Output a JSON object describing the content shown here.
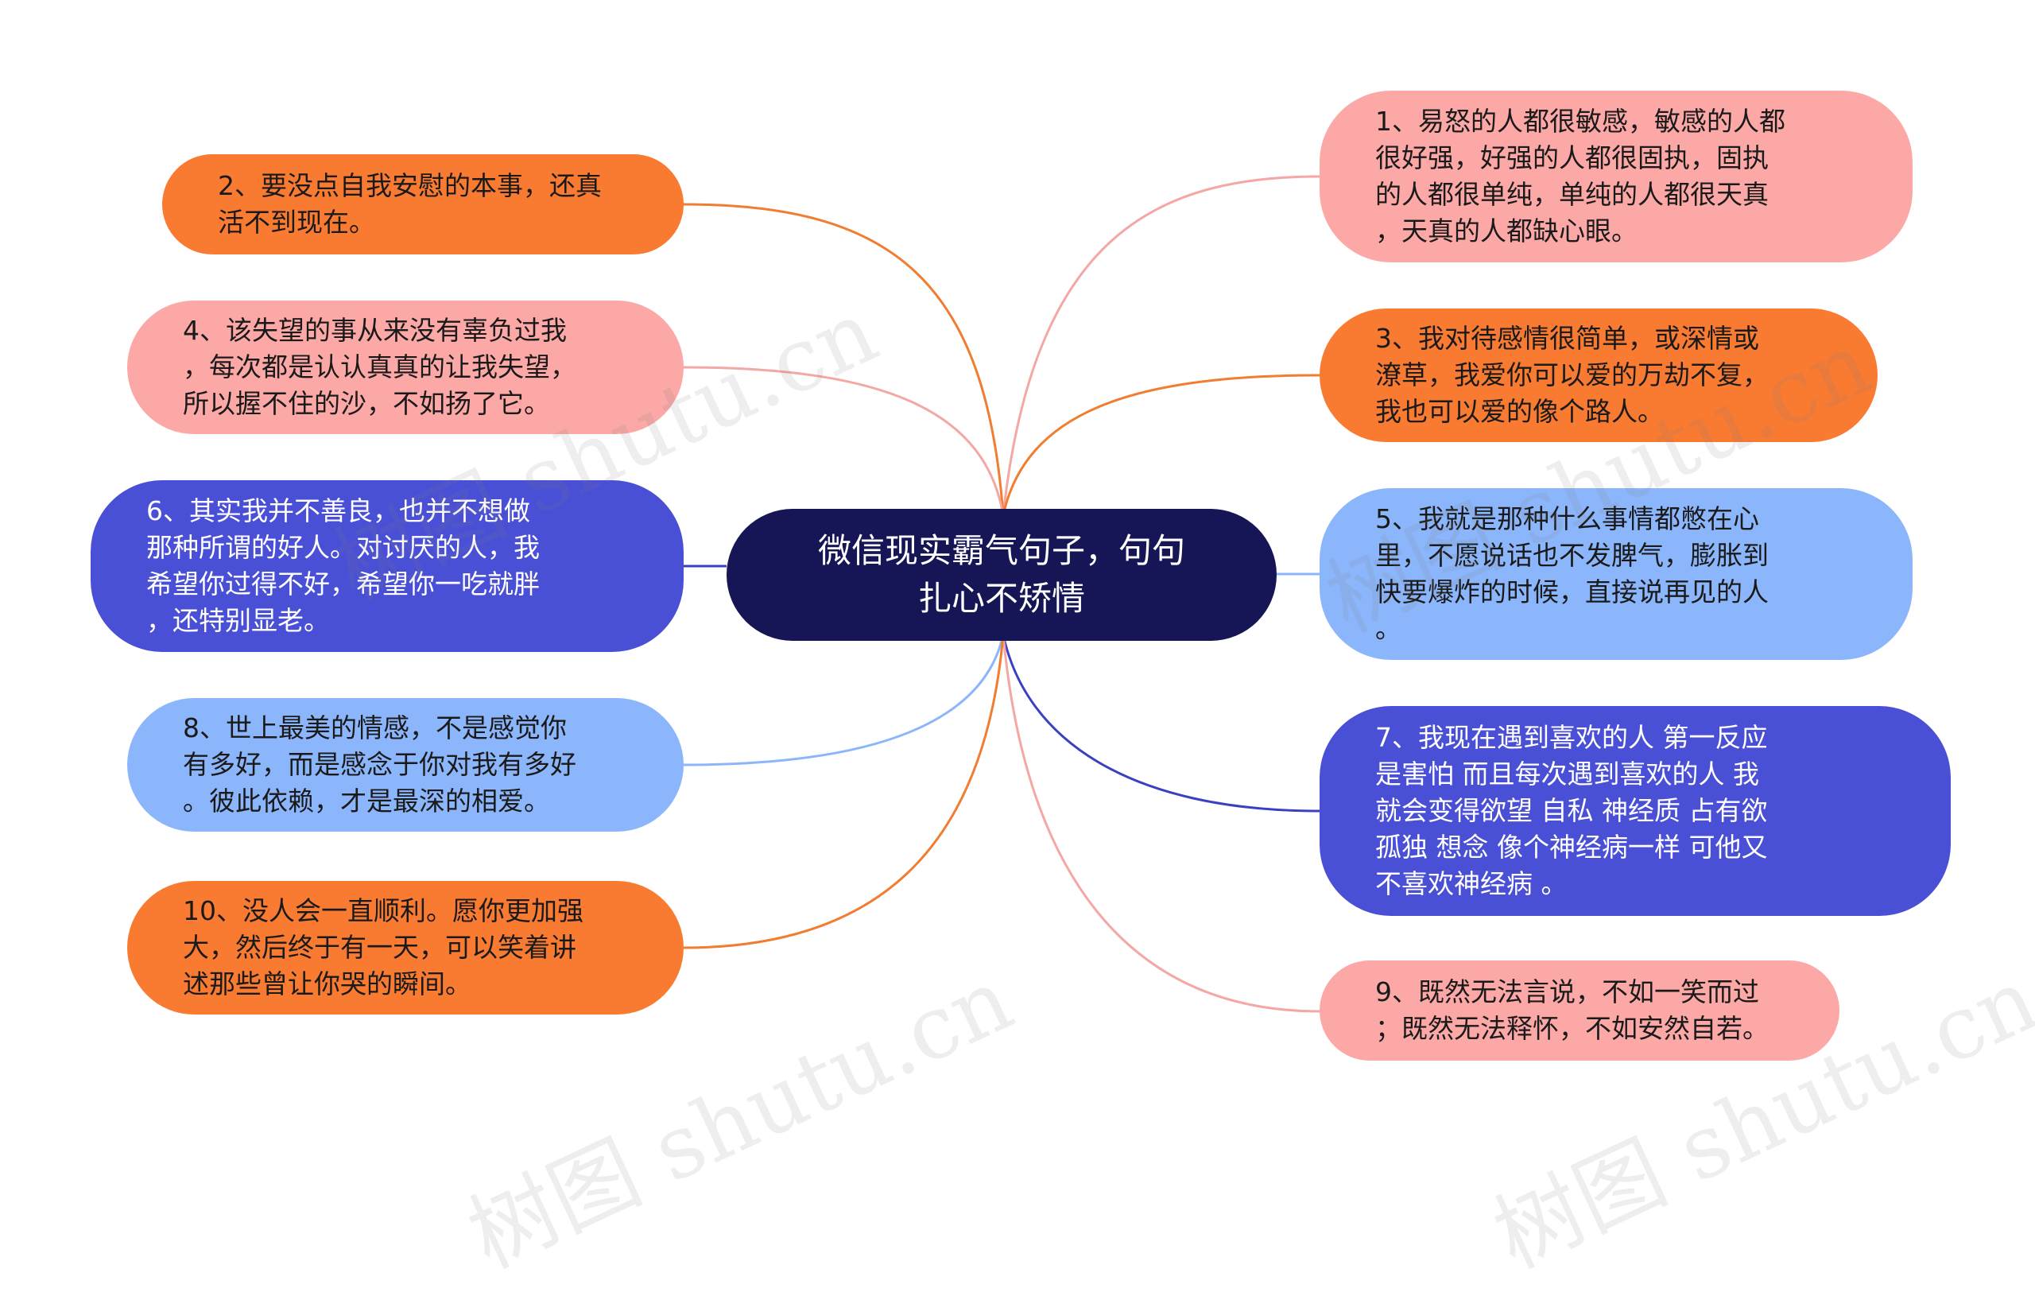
{
  "colors": {
    "orange": "#f97b32",
    "pink": "#fba8a6",
    "blue": "#4a50d6",
    "lightblue": "#8cb6fb",
    "navy": "#161556",
    "line_orange": "#f07d30",
    "line_pink": "#f4a7a3",
    "line_blue": "#3b40c0",
    "line_lightblue": "#8cb6fb"
  },
  "center": {
    "text": "微信现实霸气句子，句句\n扎心不矫情"
  },
  "nodes": [
    {
      "id": "n1",
      "text": "1、易怒的人都很敏感，敏感的人都\n很好强，好强的人都很固执，固执\n的人都很单纯，单纯的人都很天真\n，天真的人都缺心眼。"
    },
    {
      "id": "n2",
      "text": "2、要没点自我安慰的本事，还真\n活不到现在。"
    },
    {
      "id": "n3",
      "text": "3、我对待感情很简单，或深情或\n潦草，我爱你可以爱的万劫不复，\n我也可以爱的像个路人。"
    },
    {
      "id": "n4",
      "text": "4、该失望的事从来没有辜负过我\n，每次都是认认真真的让我失望，\n所以握不住的沙，不如扬了它。"
    },
    {
      "id": "n5",
      "text": "5、我就是那种什么事情都憋在心\n里，不愿说话也不发脾气，膨胀到\n快要爆炸的时候，直接说再见的人\n。"
    },
    {
      "id": "n6",
      "text": "6、其实我并不善良，也并不想做\n那种所谓的好人。对讨厌的人，我\n希望你过得不好，希望你一吃就胖\n，还特别显老。"
    },
    {
      "id": "n7",
      "text": "7、我现在遇到喜欢的人 第一反应\n是害怕 而且每次遇到喜欢的人 我\n就会变得欲望 自私 神经质 占有欲\n孤独 想念 像个神经病一样 可他又\n不喜欢神经病 。"
    },
    {
      "id": "n8",
      "text": "8、世上最美的情感，不是感觉你\n有多好，而是感念于你对我有多好\n。彼此依赖，才是最深的相爱。"
    },
    {
      "id": "n9",
      "text": "9、既然无法言说，不如一笑而过\n；既然无法释怀，不如安然自若。"
    },
    {
      "id": "n10",
      "text": "10、没人会一直顺利。愿你更加强\n大，然后终于有一天，可以笑着讲\n述那些曾让你哭的瞬间。"
    }
  ]
}
